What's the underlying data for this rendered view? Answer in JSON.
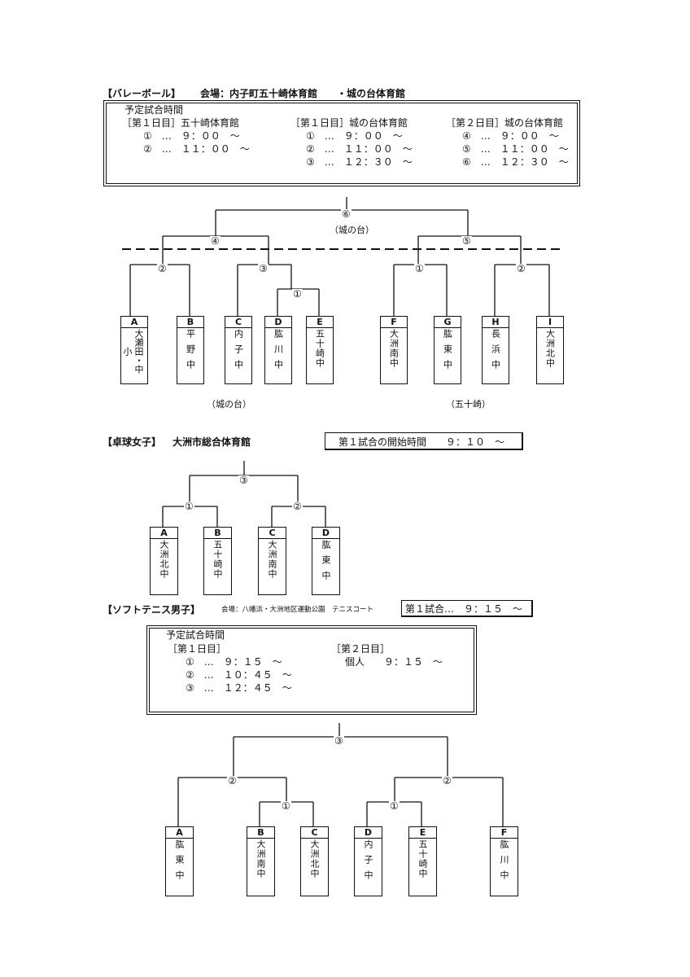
{
  "volleyball": {
    "title": "【バレーボール】",
    "venue": "会場：内子町五十崎体育館　　・城の台体育館",
    "schedule_heading": "予定試合時間",
    "days": [
      {
        "label": "［第１日目］五十崎体育館",
        "times": [
          "①　…　９：００　～",
          "②　…　１１：００　～"
        ]
      },
      {
        "label": "［第１日目］城の台体育館",
        "times": [
          "①　…　９：００　～",
          "②　…　１１：００　～",
          "③　…　１２：３０　～"
        ]
      },
      {
        "label": "［第２日目］城の台体育館",
        "times": [
          "④　…　９：００　～",
          "⑤　…　１１：００　～",
          "⑥　…　１２：３０　～"
        ]
      }
    ],
    "match_labels": {
      "m6": "⑥",
      "m4": "④",
      "m5": "⑤",
      "m2a": "②",
      "m3": "③",
      "m1a": "①",
      "m1b": "①",
      "m2b": "②"
    },
    "venue_labels": {
      "final": "（城の台）",
      "left": "（城の台）",
      "right": "（五十崎）"
    },
    "teams": [
      {
        "letter": "A",
        "name": "小大瀬田・中"
      },
      {
        "letter": "B",
        "name": "平野中"
      },
      {
        "letter": "C",
        "name": "内子中"
      },
      {
        "letter": "D",
        "name": "肱川中"
      },
      {
        "letter": "E",
        "name": "五十崎中"
      },
      {
        "letter": "F",
        "name": "大洲南中"
      },
      {
        "letter": "G",
        "name": "肱東中"
      },
      {
        "letter": "H",
        "name": "長浜中"
      },
      {
        "letter": "I",
        "name": "大洲北中"
      }
    ],
    "team_a_columns": [
      "小",
      "大瀬田・中"
    ]
  },
  "table_tennis": {
    "title": "【卓球女子】",
    "venue": "大洲市総合体育館",
    "start_time": "第１試合の開始時間　　９：１０　～",
    "match_labels": {
      "m3": "③",
      "m1": "①",
      "m2": "②"
    },
    "teams": [
      {
        "letter": "A",
        "name": "大洲北中"
      },
      {
        "letter": "B",
        "name": "五十崎中"
      },
      {
        "letter": "C",
        "name": "大洲南中"
      },
      {
        "letter": "D",
        "name": "肱東中"
      }
    ]
  },
  "soft_tennis": {
    "title": "【ソフトテニス男子】",
    "venue": "会場：八幡浜・大洲地区運動公園　テニスコート",
    "start_time": "第１試合…　９：１５　～",
    "schedule_heading": "予定試合時間",
    "day1_label": "［第１日目］",
    "day1_times": [
      "①　…　９：１５　～",
      "②　…　１０：４５　～",
      "③　…　１２：４５　～"
    ],
    "day2_label": "［第２日目］",
    "day2_times": [
      "個人　　９：１５　～"
    ],
    "match_labels": {
      "m3": "③",
      "m2a": "②",
      "m1a": "①",
      "m1b": "①",
      "m2b": "②"
    },
    "teams": [
      {
        "letter": "A",
        "name": "肱東中"
      },
      {
        "letter": "B",
        "name": "大洲南中"
      },
      {
        "letter": "C",
        "name": "大洲北中"
      },
      {
        "letter": "D",
        "name": "内子中"
      },
      {
        "letter": "E",
        "name": "五十崎中"
      },
      {
        "letter": "F",
        "name": "肱川中"
      }
    ]
  }
}
